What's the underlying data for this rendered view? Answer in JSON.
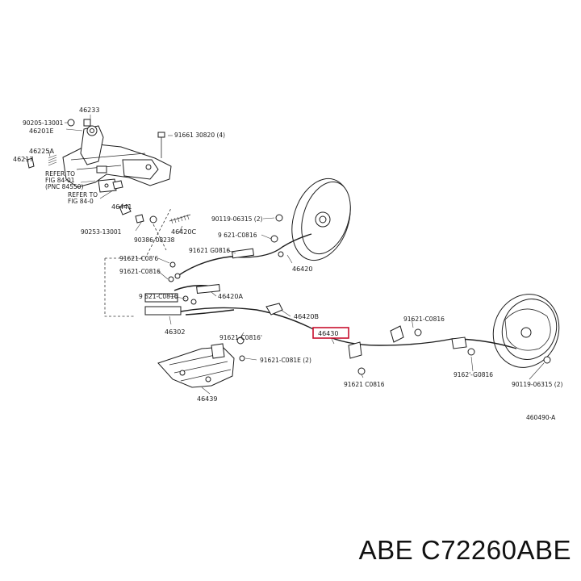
{
  "diagram": {
    "labels": {
      "p46233": "46233",
      "p90205": "90205-13001",
      "p46201E": "46201E",
      "p46225A": "46225A",
      "p46217": "46217",
      "refer1_a": "REFER TO",
      "refer1_b": "FIG 84-01",
      "refer1_c": "(PNC 84550)",
      "refer2_a": "REFER TO",
      "refer2_b": "FIG 84-0",
      "p91661": "91661  30820 (4)",
      "p46441": "46441",
      "p90253": "90253-13001",
      "p90386": "90386-08238",
      "p46420C": "46420C",
      "p90119_top": "90119-06315 (2)",
      "p91621_a": "9 621-C0816",
      "p91621_b": "91621  G0816",
      "p46420": "46420",
      "p91621_c": "91621-C08'6",
      "p91621_d": "91621-C0816",
      "p91621_e": "9 621-C0816",
      "p46420A": "46420A",
      "p46420B": "46420B",
      "p46302": "46302",
      "p91621_f": "91621-C0816'",
      "p46430": "46430",
      "p91621_g": "91621-C0816",
      "p91621_h": "91621-C081E (2)",
      "p91621_i": "91621  C0816",
      "p9162_j": "9162'-G0816",
      "p90119_bot": "90119-06315 (2)",
      "p46439": "46439",
      "fig_code": "460490-A"
    }
  },
  "caption": "ABE C72260ABE",
  "colors": {
    "highlight": "#c8102e",
    "ink": "#1e1e1e"
  }
}
